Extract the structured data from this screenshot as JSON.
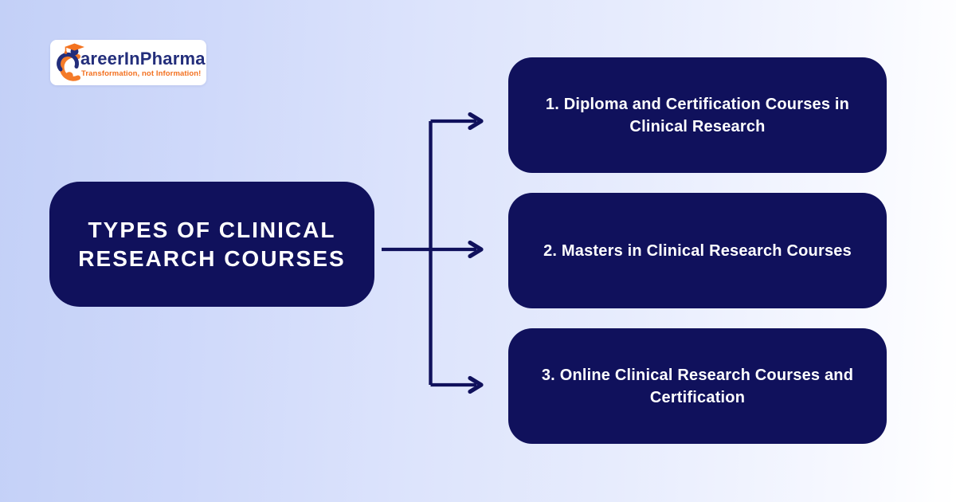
{
  "page": {
    "title": "Types of Clinical Research Courses infographic"
  },
  "colors": {
    "node_navy": "#10115c",
    "node_text": "#ffffff",
    "arrow_navy": "#10115c",
    "logo_brand_navy": "#232e7b",
    "logo_orange": "#f3701f",
    "background_left": "#c3d0f7",
    "background_right": "#ffffff",
    "logo_card_bg": "#ffffff"
  },
  "logo": {
    "icon": "careerinpharma-c-icon",
    "brand_text": "areerInPharma",
    "tagline": "Transformation, not Information!"
  },
  "diagram": {
    "root": {
      "label": "TYPES OF CLINICAL RESEARCH COURSES"
    },
    "nodes": [
      {
        "label": "1. Diploma and Certification Courses in Clinical Research"
      },
      {
        "label": "2. Masters in Clinical Research Courses"
      },
      {
        "label": "3. Online Clinical Research Courses and Certification"
      }
    ]
  }
}
